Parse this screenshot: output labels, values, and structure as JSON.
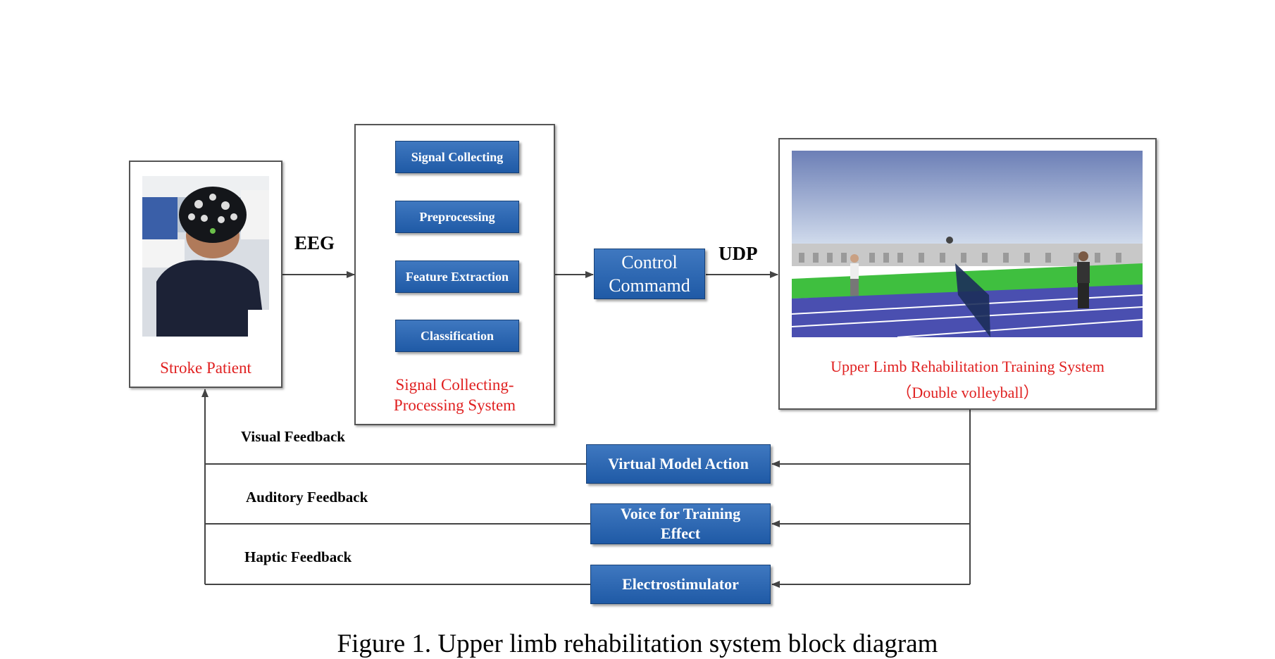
{
  "patient": {
    "label": "Stroke Patient"
  },
  "processing": {
    "steps": [
      "Signal Collecting",
      "Preprocessing",
      "Feature Extraction",
      "Classification"
    ],
    "label_line1": "Signal Collecting-",
    "label_line2": "Processing System"
  },
  "control": {
    "line1": "Control",
    "line2": "Commamd"
  },
  "training": {
    "label_line1": "Upper Limb Rehabilitation Training System",
    "label_line2": "（Double volleyball）"
  },
  "links": {
    "eeg": "EEG",
    "udp": "UDP"
  },
  "feedback": {
    "visual_label": "Visual Feedback",
    "visual_box": "Virtual Model Action",
    "auditory_label": "Auditory Feedback",
    "auditory_box_line1": "Voice for Training",
    "auditory_box_line2": "Effect",
    "haptic_label": "Haptic Feedback",
    "haptic_box": "Electrostimulator"
  },
  "caption": "Figure 1. Upper limb rehabilitation system block diagram",
  "colors": {
    "block_blue": "#2a65b0",
    "label_red": "#e02020"
  }
}
